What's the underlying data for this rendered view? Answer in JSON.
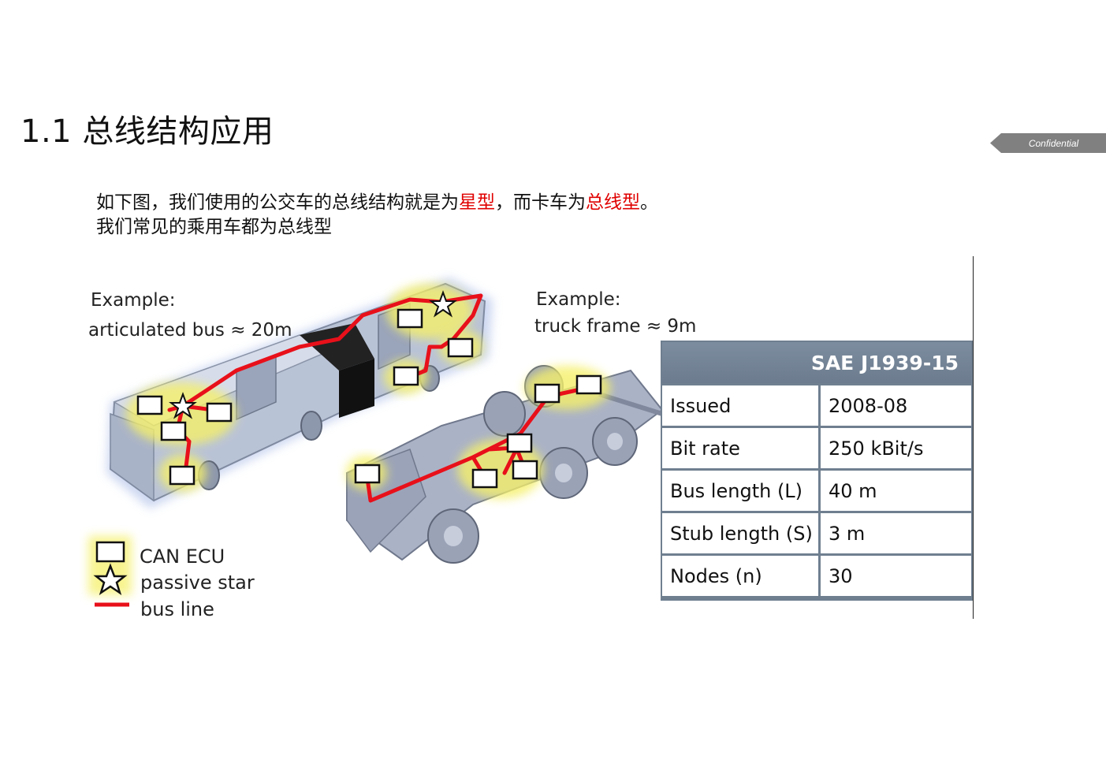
{
  "slide": {
    "title": "1.1 总线结构应用",
    "confidential": "Confidential",
    "intro": {
      "line1_a": "如下图，我们使用的公交车的总线结构就是为",
      "line1_red1": "星型",
      "line1_b": "，而卡车为",
      "line1_red2": "总线型",
      "line1_c": "。",
      "line2": "我们常见的乘用车都为总线型"
    }
  },
  "figure": {
    "bus_example": "Example:",
    "bus_caption": "articulated bus ≈ 20m",
    "truck_example": "Example:",
    "truck_caption": "truck frame ≈ 9m",
    "legend": {
      "ecu": "CAN ECU",
      "star": "passive star",
      "line": "bus line"
    },
    "colors": {
      "bus_line": "#e8101a",
      "highlight": "#f5f06a",
      "vehicle": "#b4bccf"
    }
  },
  "spec_table": {
    "header": "SAE J1939-15",
    "rows": [
      {
        "key": "Issued",
        "value": "2008-08"
      },
      {
        "key": "Bit rate",
        "value": "250 kBit/s"
      },
      {
        "key": "Bus length (L)",
        "value": "40 m"
      },
      {
        "key": "Stub length (S)",
        "value": "3 m"
      },
      {
        "key": "Nodes (n)",
        "value": "30"
      }
    ]
  }
}
